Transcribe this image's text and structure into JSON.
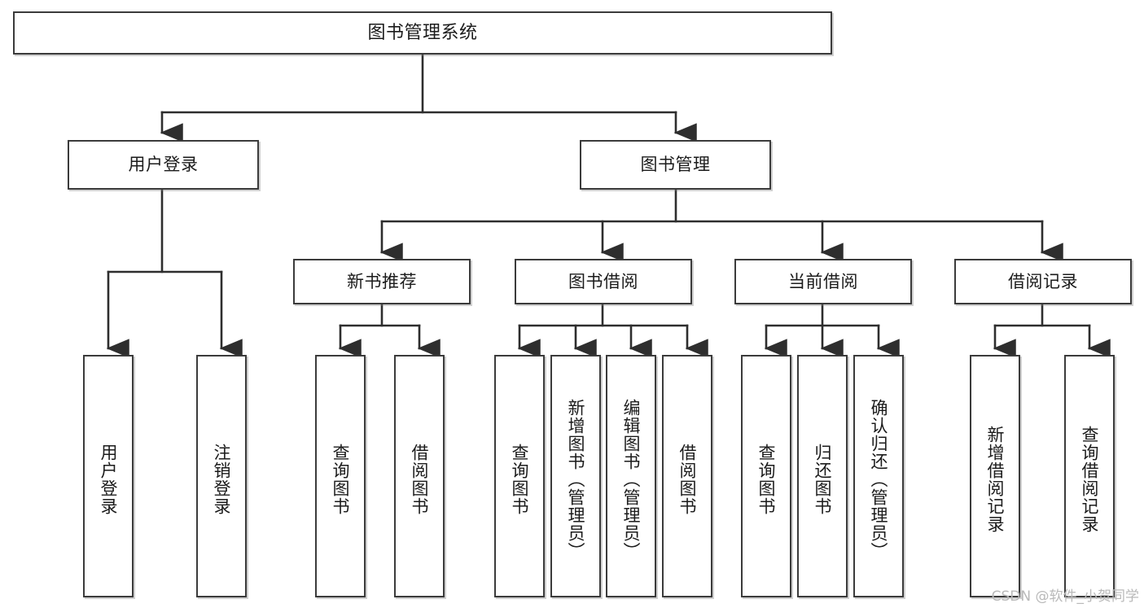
{
  "diagram": {
    "title": "图书管理系统",
    "type": "tree-hierarchy",
    "watermark": "CSDN @软件_小贺同学",
    "colors": {
      "stroke": "#3b3b3b",
      "fill": "#ffffff",
      "text": "#1b1b1b",
      "watermark": "#b9b9b9"
    },
    "nodes": {
      "root": {
        "label": "图书管理系统"
      },
      "level2": [
        {
          "label": "用户登录"
        },
        {
          "label": "图书管理"
        }
      ],
      "level3": [
        {
          "label": "新书推荐"
        },
        {
          "label": "图书借阅"
        },
        {
          "label": "当前借阅"
        },
        {
          "label": "借阅记录"
        }
      ],
      "leaves": {
        "user_login": [
          {
            "label": "用户登录"
          },
          {
            "label": "注销登录"
          }
        ],
        "new_book": [
          {
            "label": "查询图书"
          },
          {
            "label": "借阅图书"
          }
        ],
        "book_borrow": [
          {
            "label": "查询图书"
          },
          {
            "label": "新增图书（管理员）"
          },
          {
            "label": "编辑图书（管理员）"
          },
          {
            "label": "借阅图书"
          }
        ],
        "current_borrow": [
          {
            "label": "查询图书"
          },
          {
            "label": "归还图书"
          },
          {
            "label": "确认归还（管理员）"
          }
        ],
        "borrow_record": [
          {
            "label": "新增借阅记录"
          },
          {
            "label": "查询借阅记录"
          }
        ]
      }
    }
  }
}
